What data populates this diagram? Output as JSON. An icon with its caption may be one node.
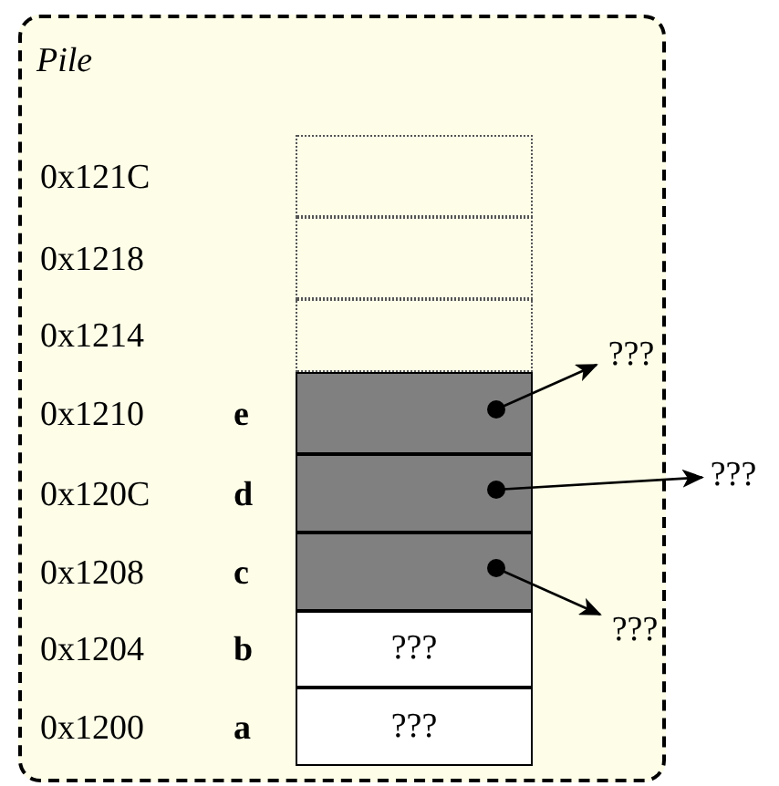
{
  "diagram": {
    "nodes": [
      {
        "text": [
          "Pile"
        ]
      },
      {
        "text": [],
        "shape": "box",
        "in": 0
      },
      {
        "text": [],
        "shape": "box",
        "in": 0
      },
      {
        "text": [],
        "shape": "box",
        "in": 0
      },
      {
        "text": [
          "???"
        ],
        "in": 0
      },
      {
        "text": [],
        "shape": "box",
        "in": 0
      },
      {
        "text": [],
        "shape": "box",
        "in": 0
      },
      {
        "text": [
          "???"
        ]
      },
      {
        "text": [],
        "shape": "box",
        "in": 0
      },
      {
        "text": [
          "???"
        ],
        "in": 0
      },
      {
        "text": [
          "???"
        ],
        "in": 0
      },
      {
        "text": [
          "???"
        ],
        "in": 0
      }
    ],
    "edges": [
      {
        "from": 5,
        "to": 4,
        "arrow": "to"
      },
      {
        "from": 6,
        "to": 7,
        "arrow": "to"
      },
      {
        "from": 8,
        "to": 9,
        "arrow": "to"
      }
    ],
    "labels": [
      "0x121C",
      "0x1218",
      "0x1214",
      "0x1210",
      "e",
      "0x120C",
      "d",
      "0x1208",
      "c",
      "0x1204",
      "b",
      "0x1200",
      "a"
    ]
  }
}
